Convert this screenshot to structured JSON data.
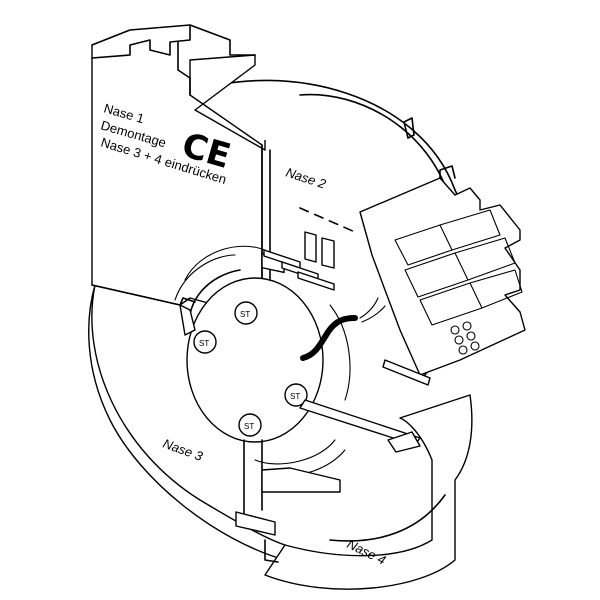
{
  "diagram": {
    "labels": {
      "nase1": "Nase 1",
      "demontage": "Demontage",
      "nase34_line": "Nase 3 + 4 eindrücken",
      "ce_mark": "CE",
      "nase2": "Nase 2",
      "nase3": "Nase 3",
      "nase4": "Nase 4"
    },
    "screw_labels": [
      "ST",
      "ST",
      "ST",
      "ST"
    ],
    "icons": [
      "ce-mark-icon",
      "screw-icon",
      "cable-icon",
      "connector-icon"
    ]
  }
}
